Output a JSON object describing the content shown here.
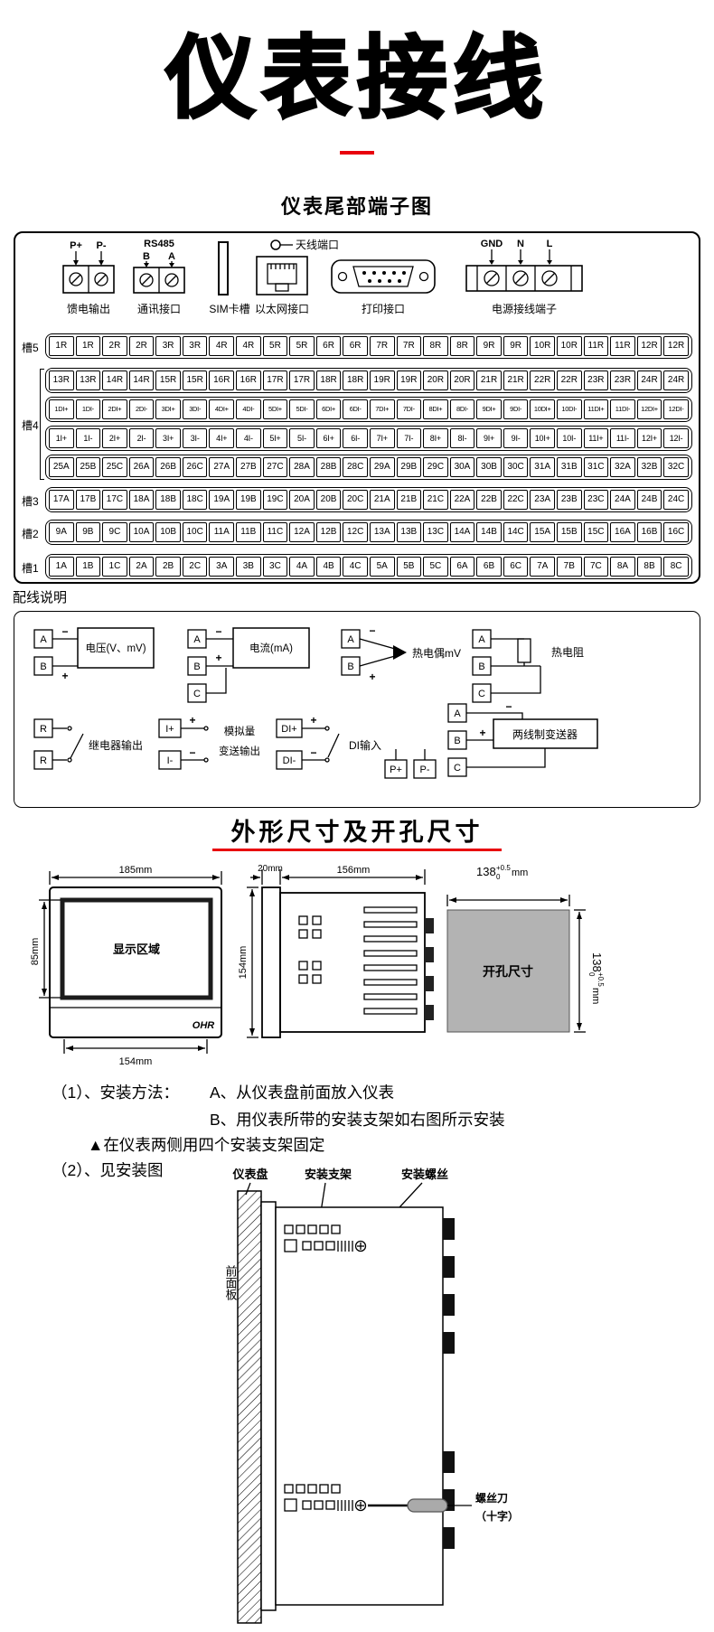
{
  "colors": {
    "accent_red": "#e8000d",
    "cutout_gray": "#b3b3b3"
  },
  "page": {
    "title": "仪表接线",
    "terminal_section_title": "仪表尾部端子图",
    "wiring_section_title": "配线说明",
    "dimensions_section_title": "外形尺寸及开孔尺寸"
  },
  "connectors": {
    "feed": {
      "pin1": "P+",
      "pin2": "P-",
      "label": "馈电输出"
    },
    "comm": {
      "protocol": "RS485",
      "pin1": "B",
      "pin2": "A",
      "label": "通讯接口"
    },
    "sim": {
      "label": "SIM卡槽"
    },
    "antenna": {
      "label": "天线端口"
    },
    "ethernet": {
      "label": "以太网接口"
    },
    "printer": {
      "label": "打印接口"
    },
    "power": {
      "pin1": "GND",
      "pin2": "N",
      "pin3": "L",
      "label": "电源接线端子"
    }
  },
  "slots": {
    "s5": "槽5",
    "s4": "槽4",
    "s3": "槽3",
    "s2": "槽2",
    "s1": "槽1"
  },
  "terminal_rows": [
    {
      "id": "slot5-relay-1-12",
      "cells": [
        "1R",
        "1R",
        "2R",
        "2R",
        "3R",
        "3R",
        "4R",
        "4R",
        "5R",
        "5R",
        "6R",
        "6R",
        "7R",
        "7R",
        "8R",
        "8R",
        "9R",
        "9R",
        "10R",
        "10R",
        "11R",
        "11R",
        "12R",
        "12R"
      ]
    },
    {
      "id": "relay-13-24",
      "cells": [
        "13R",
        "13R",
        "14R",
        "14R",
        "15R",
        "15R",
        "16R",
        "16R",
        "17R",
        "17R",
        "18R",
        "18R",
        "19R",
        "19R",
        "20R",
        "20R",
        "21R",
        "21R",
        "22R",
        "22R",
        "23R",
        "23R",
        "24R",
        "24R"
      ]
    },
    {
      "id": "slot4-di",
      "cells": [
        "1DI+",
        "1DI-",
        "2DI+",
        "2DI-",
        "3DI+",
        "3DI-",
        "4DI+",
        "4DI-",
        "5DI+",
        "5DI-",
        "6DI+",
        "6DI-",
        "7DI+",
        "7DI-",
        "8DI+",
        "8DI-",
        "9DI+",
        "9DI-",
        "10DI+",
        "10DI-",
        "11DI+",
        "11DI-",
        "12DI+",
        "12DI-"
      ]
    },
    {
      "id": "slot4-analog",
      "cells": [
        "1I+",
        "1I-",
        "2I+",
        "2I-",
        "3I+",
        "3I-",
        "4I+",
        "4I-",
        "5I+",
        "5I-",
        "6I+",
        "6I-",
        "7I+",
        "7I-",
        "8I+",
        "8I-",
        "9I+",
        "9I-",
        "10I+",
        "10I-",
        "11I+",
        "11I-",
        "12I+",
        "12I-"
      ]
    },
    {
      "id": "slot4-abc-25-32",
      "cells": [
        "25A",
        "25B",
        "25C",
        "26A",
        "26B",
        "26C",
        "27A",
        "27B",
        "27C",
        "28A",
        "28B",
        "28C",
        "29A",
        "29B",
        "29C",
        "30A",
        "30B",
        "30C",
        "31A",
        "31B",
        "31C",
        "32A",
        "32B",
        "32C"
      ]
    },
    {
      "id": "slot3-abc-17-24",
      "cells": [
        "17A",
        "17B",
        "17C",
        "18A",
        "18B",
        "18C",
        "19A",
        "19B",
        "19C",
        "20A",
        "20B",
        "20C",
        "21A",
        "21B",
        "21C",
        "22A",
        "22B",
        "22C",
        "23A",
        "23B",
        "23C",
        "24A",
        "24B",
        "24C"
      ]
    },
    {
      "id": "slot2-abc-9-16",
      "cells": [
        "9A",
        "9B",
        "9C",
        "10A",
        "10B",
        "10C",
        "11A",
        "11B",
        "11C",
        "12A",
        "12B",
        "12C",
        "13A",
        "13B",
        "13C",
        "14A",
        "14B",
        "14C",
        "15A",
        "15B",
        "15C",
        "16A",
        "16B",
        "16C"
      ]
    },
    {
      "id": "slot1-abc-1-8",
      "cells": [
        "1A",
        "1B",
        "1C",
        "2A",
        "2B",
        "2C",
        "3A",
        "3B",
        "3C",
        "4A",
        "4B",
        "4C",
        "5A",
        "5B",
        "5C",
        "6A",
        "6B",
        "6C",
        "7A",
        "7B",
        "7C",
        "8A",
        "8B",
        "8C"
      ]
    }
  ],
  "wiring": {
    "signs": {
      "plus": "+",
      "minus": "−"
    },
    "voltage": {
      "t1": "A",
      "t2": "B",
      "label": "电压(V、mV)"
    },
    "current": {
      "t1": "A",
      "t2": "B",
      "t3": "C",
      "label": "电流(mA)"
    },
    "thermocouple": {
      "t1": "A",
      "t2": "B",
      "label": "热电偶mV"
    },
    "rtd": {
      "t1": "A",
      "t2": "B",
      "t3": "C",
      "label": "热电阻"
    },
    "relay": {
      "t1": "R",
      "t2": "R",
      "label": "继电器输出"
    },
    "analog_out": {
      "t1": "I+",
      "t2": "I-",
      "label1": "模拟量",
      "label2": "变送输出"
    },
    "di": {
      "t1": "DI+",
      "t2": "DI-",
      "label": "DI输入"
    },
    "transmitter": {
      "t1": "A",
      "t2": "B",
      "t3": "C",
      "p1": "P+",
      "p2": "P-",
      "label": "两线制变送器"
    }
  },
  "dimensions": {
    "front": {
      "top_width": "185mm",
      "height": "85mm",
      "bottom_width": "154mm",
      "display": "显示区域",
      "logo": "OHR"
    },
    "side": {
      "bezel": "20mm",
      "depth": "156mm",
      "height": "154mm"
    },
    "cutout": {
      "label": "开孔尺寸",
      "value": "138",
      "tol_plus": "+0.5",
      "tol_minus": "0",
      "unit": "mm"
    }
  },
  "installation": {
    "step1_label": "（1）、安装方法：",
    "step1a": "A、从仪表盘前面放入仪表",
    "step1b": "B、用仪表所带的安装支架如右图所示安装",
    "note": "▲在仪表两侧用四个安装支架固定",
    "step2_label": "（2）、见安装图",
    "labels": {
      "panel": "仪表盘",
      "bracket": "安装支架",
      "screw": "安装螺丝",
      "front_panel": "前面板",
      "screwdriver": "螺丝刀",
      "screwdriver_type": "（十字）"
    }
  }
}
